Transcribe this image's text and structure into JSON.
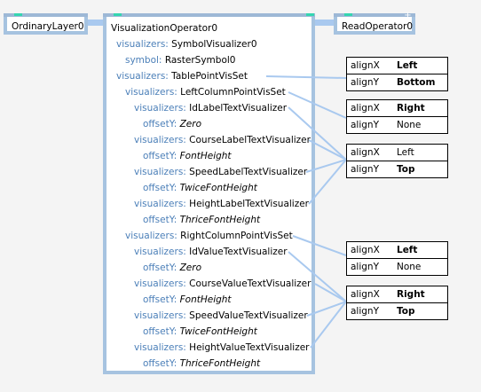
{
  "nodes": {
    "ordinary_layer": "OrdinaryLayer0",
    "visualization_operator": "VisualizationOperator0",
    "read_operator": "ReadOperator0"
  },
  "rows": [
    {
      "key": "visualizers:",
      "value": "SymbolVisualizer0",
      "italic": false
    },
    {
      "key": "symbol:",
      "value": "RasterSymbol0",
      "italic": false
    },
    {
      "key": "visualizers:",
      "value": "TablePointVisSet",
      "italic": false
    },
    {
      "key": "visualizers:",
      "value": "LeftColumnPointVisSet",
      "italic": false
    },
    {
      "key": "visualizers:",
      "value": "IdLabelTextVisualizer",
      "italic": false
    },
    {
      "key": "offsetY:",
      "value": "Zero",
      "italic": true
    },
    {
      "key": "visualizers:",
      "value": "CourseLabelTextVisualizer",
      "italic": false
    },
    {
      "key": "offsetY:",
      "value": "FontHeight",
      "italic": true
    },
    {
      "key": "visualizers:",
      "value": "SpeedLabelTextVisualizer",
      "italic": false
    },
    {
      "key": "offsetY:",
      "value": "TwiceFontHeight",
      "italic": true
    },
    {
      "key": "visualizers:",
      "value": "HeightLabelTextVisualizer",
      "italic": false
    },
    {
      "key": "offsetY:",
      "value": "ThriceFontHeight",
      "italic": true
    },
    {
      "key": "visualizers:",
      "value": "RightColumnPointVisSet",
      "italic": false
    },
    {
      "key": "visualizers:",
      "value": "IdValueTextVisualizer",
      "italic": false
    },
    {
      "key": "offsetY:",
      "value": "Zero",
      "italic": true
    },
    {
      "key": "visualizers:",
      "value": "CourseValueTextVisualizer",
      "italic": false
    },
    {
      "key": "offsetY:",
      "value": "FontHeight",
      "italic": true
    },
    {
      "key": "visualizers:",
      "value": "SpeedValueTextVisualizer",
      "italic": false
    },
    {
      "key": "offsetY:",
      "value": "TwiceFontHeight",
      "italic": true
    },
    {
      "key": "visualizers:",
      "value": "HeightValueTextVisualizer",
      "italic": false
    },
    {
      "key": "offsetY:",
      "value": "ThriceFontHeight",
      "italic": true
    }
  ],
  "property_sheets": [
    {
      "rows": [
        {
          "key": "alignX",
          "value": "Left",
          "bold": true
        },
        {
          "key": "alignY",
          "value": "Bottom",
          "bold": true
        }
      ]
    },
    {
      "rows": [
        {
          "key": "alignX",
          "value": "Right",
          "bold": true
        },
        {
          "key": "alignY",
          "value": "None",
          "bold": false
        }
      ]
    },
    {
      "rows": [
        {
          "key": "alignX",
          "value": "Left",
          "bold": false
        },
        {
          "key": "alignY",
          "value": "Top",
          "bold": true
        }
      ]
    },
    {
      "rows": [
        {
          "key": "alignX",
          "value": "Left",
          "bold": true
        },
        {
          "key": "alignY",
          "value": "None",
          "bold": false
        }
      ]
    },
    {
      "rows": [
        {
          "key": "alignX",
          "value": "Right",
          "bold": true
        },
        {
          "key": "alignY",
          "value": "Top",
          "bold": true
        }
      ]
    }
  ],
  "colors": {
    "node_border": "#a6c3e0",
    "wire": "#a9c9ef",
    "key_text": "#4b7fb8",
    "port_marker": "#34d6b0"
  }
}
